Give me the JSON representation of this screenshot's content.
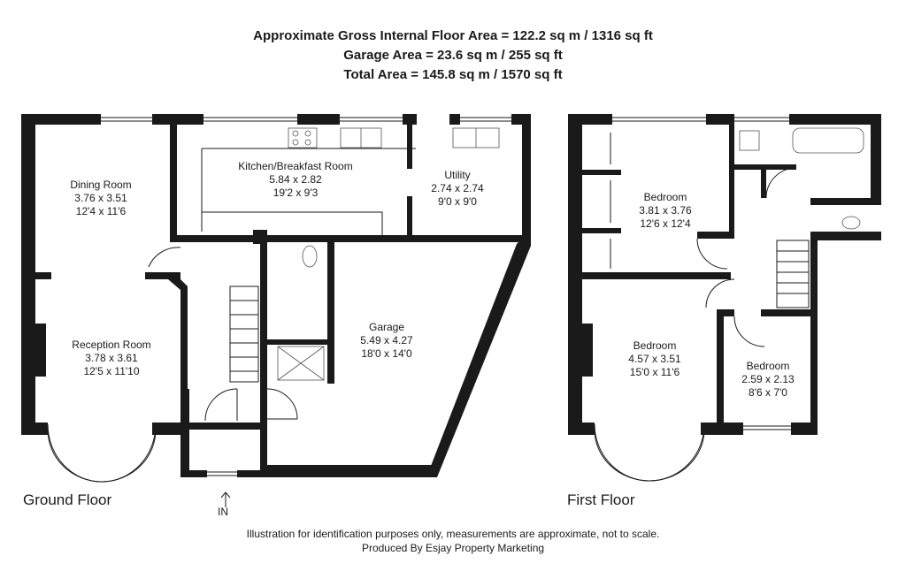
{
  "header": {
    "line1": "Approximate Gross Internal Floor Area = 122.2 sq m / 1316 sq ft",
    "line2": "Garage Area = 23.6 sq m / 255 sq ft",
    "line3": "Total Area = 145.8 sq m / 1570 sq ft"
  },
  "ground_floor": {
    "title": "Ground Floor",
    "entrance": "IN",
    "rooms": [
      {
        "name": "Dining Room",
        "metric": "3.76 x 3.51",
        "imperial": "12'4 x 11'6"
      },
      {
        "name": "Kitchen/Breakfast Room",
        "metric": "5.84 x 2.82",
        "imperial": "19'2 x 9'3"
      },
      {
        "name": "Utility",
        "metric": "2.74 x 2.74",
        "imperial": "9'0 x 9'0"
      },
      {
        "name": "Reception Room",
        "metric": "3.78 x 3.61",
        "imperial": "12'5 x 11'10"
      },
      {
        "name": "Garage",
        "metric": "5.49 x 4.27",
        "imperial": "18'0 x 14'0"
      }
    ]
  },
  "first_floor": {
    "title": "First Floor",
    "rooms": [
      {
        "name": "Bedroom",
        "metric": "3.81 x 3.76",
        "imperial": "12'6 x 12'4"
      },
      {
        "name": "Bedroom",
        "metric": "4.57 x 3.51",
        "imperial": "15'0 x 11'6"
      },
      {
        "name": "Bedroom",
        "metric": "2.59 x 2.13",
        "imperial": "8'6 x 7'0"
      }
    ]
  },
  "footer": {
    "line1": "Illustration for identification purposes only, measurements are approximate, not to scale.",
    "line2": "Produced By Esjay Property Marketing"
  }
}
